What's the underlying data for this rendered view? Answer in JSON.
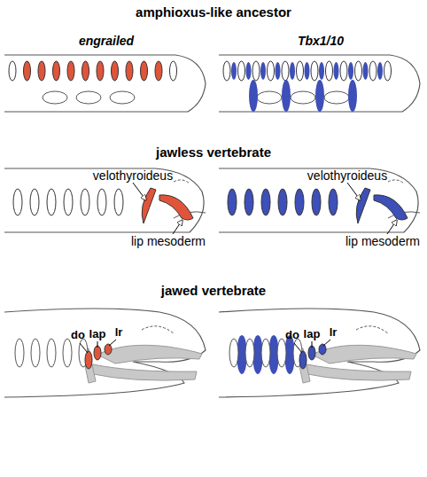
{
  "diagram": {
    "labels": [
      "amphioxus-like ancestor",
      "engrailed",
      "Tbx1/10",
      "jawless vertebrate",
      "velothyroideus",
      "lip mesoderm",
      "velothyroideus",
      "lip mesoderm",
      "jawed vertebrate",
      "do",
      "lap",
      "lr",
      "do",
      "lap",
      "lr"
    ]
  }
}
